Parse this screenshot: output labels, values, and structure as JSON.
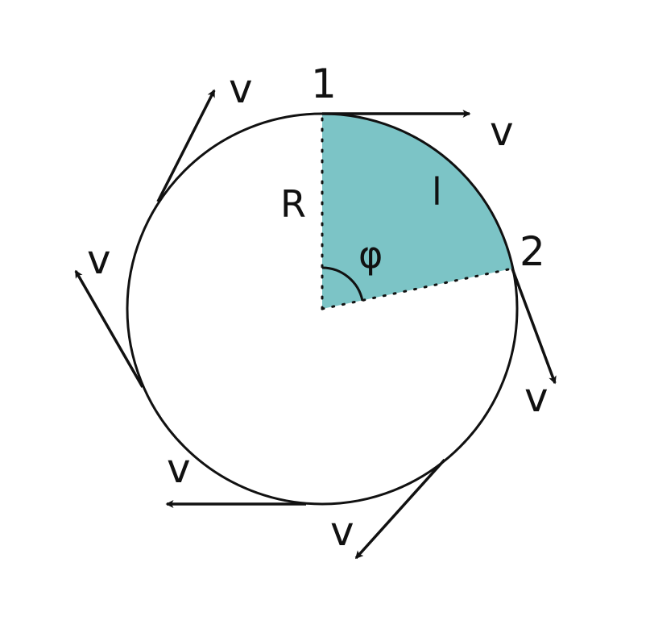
{
  "diagram": {
    "labels": {
      "point_1": "1",
      "point_2": "2",
      "radius": "R",
      "arc_length": "l",
      "angle": "φ",
      "velocity": "v"
    },
    "colors": {
      "sector_fill": "#7cc4c6",
      "stroke": "#111111",
      "background": "#ffffff"
    }
  }
}
